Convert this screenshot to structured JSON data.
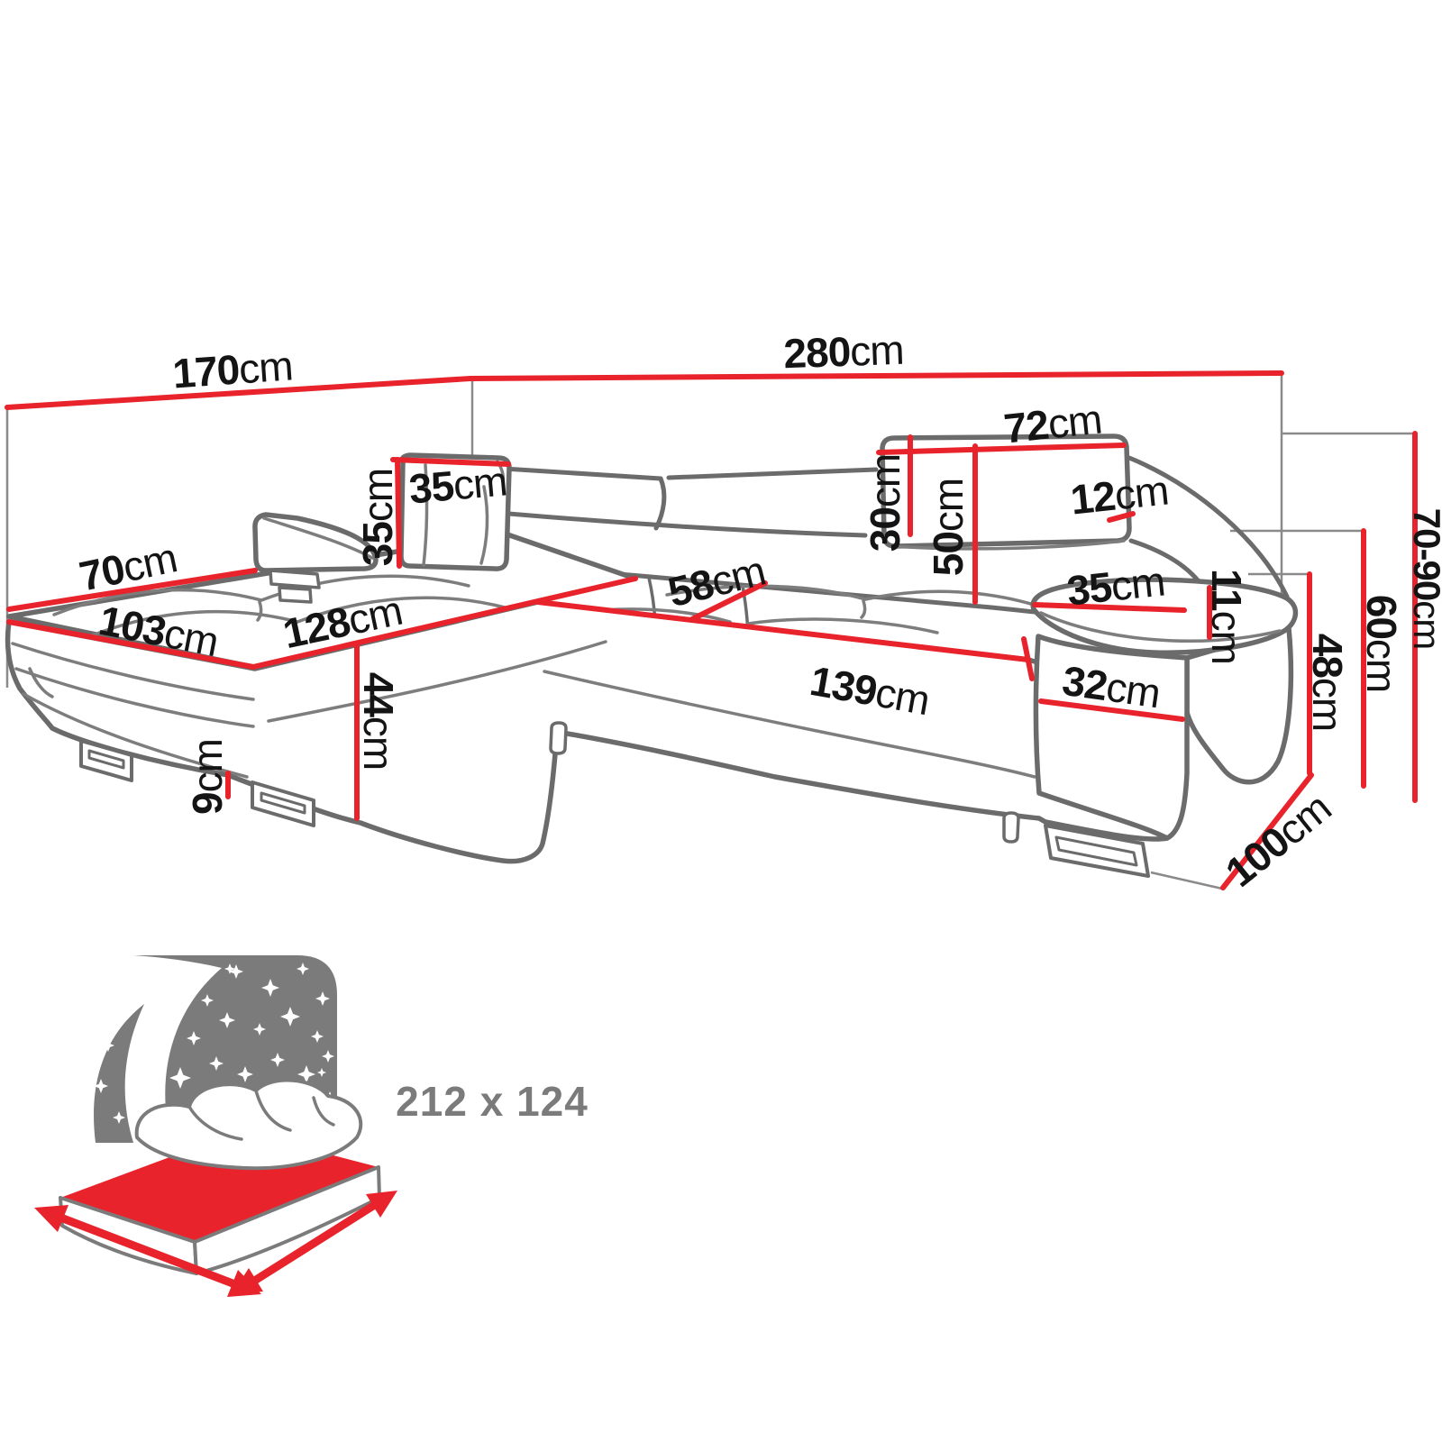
{
  "diagram": {
    "subject": "corner sofa bed dimension drawing",
    "unit": "cm",
    "colors": {
      "dimension_line_red": "#e8232b",
      "sofa_outline_gray": "#6b6b6b",
      "guide_line_gray": "#8a8a8a",
      "label_text": "#141414",
      "icon_gray": "#7b7b7b"
    }
  },
  "labels": {
    "back_width_left": {
      "num": "170",
      "unit": "cm"
    },
    "back_width_right": {
      "num": "280",
      "unit": "cm"
    },
    "headrest_width": {
      "num": "72",
      "unit": "cm"
    },
    "headrest_drop": {
      "num": "30",
      "unit": "cm"
    },
    "backrest_height": {
      "num": "50",
      "unit": "cm"
    },
    "headrest_thickness": {
      "num": "12",
      "unit": "cm"
    },
    "pillow_width": {
      "num": "35",
      "unit": "cm"
    },
    "pillow_height": {
      "num": "35",
      "unit": "cm"
    },
    "chaise_back_depth": {
      "num": "70",
      "unit": "cm"
    },
    "chaise_width": {
      "num": "103",
      "unit": "cm"
    },
    "chaise_length": {
      "num": "128",
      "unit": "cm"
    },
    "seat_depth": {
      "num": "58",
      "unit": "cm"
    },
    "seat_height": {
      "num": "44",
      "unit": "cm"
    },
    "leg_height": {
      "num": "9",
      "unit": "cm"
    },
    "seat_width": {
      "num": "139",
      "unit": "cm"
    },
    "armrest_width": {
      "num": "32",
      "unit": "cm"
    },
    "armrest_pad_length": {
      "num": "35",
      "unit": "cm"
    },
    "armrest_pad_height": {
      "num": "11",
      "unit": "cm"
    },
    "front_height": {
      "num": "48",
      "unit": "cm"
    },
    "armrest_height": {
      "num": "60",
      "unit": "cm"
    },
    "total_height": {
      "num": "70-90",
      "unit": "cm"
    },
    "total_depth": {
      "num": "100",
      "unit": "cm"
    }
  },
  "sleeping_function": {
    "icon": "sofa-bed-sleeping-icon",
    "dimensions": "212 x 124"
  }
}
